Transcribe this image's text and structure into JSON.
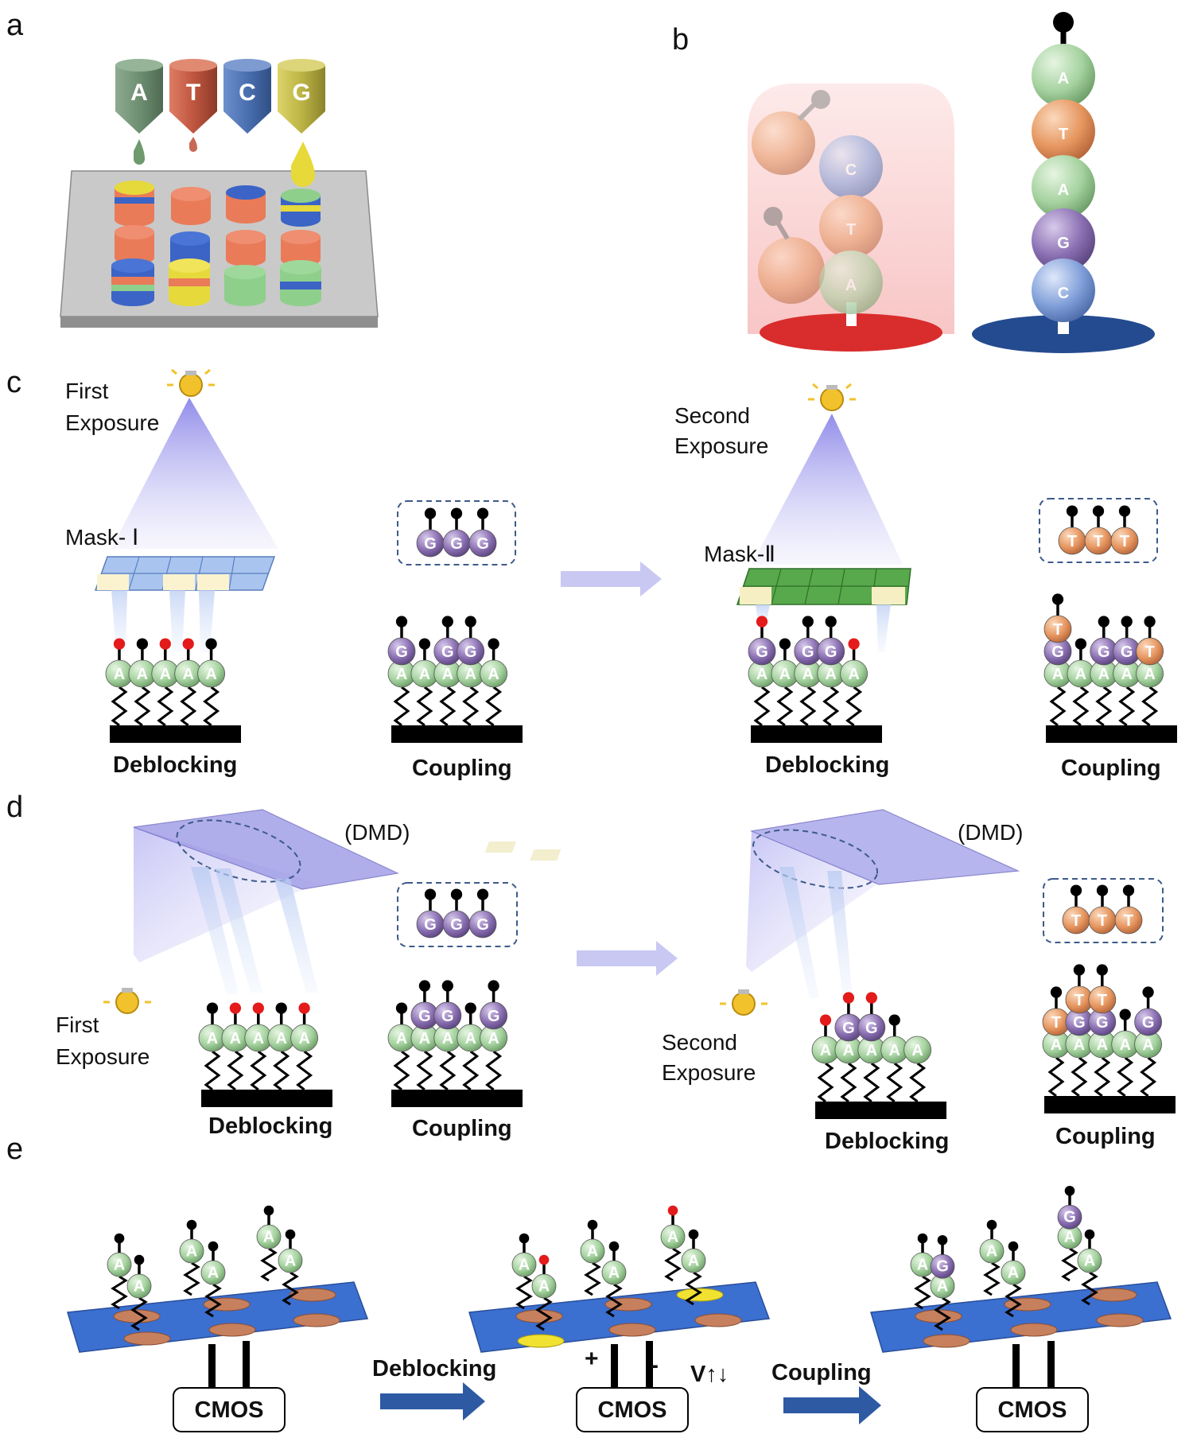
{
  "panels": {
    "a": {
      "label": "a",
      "tips": [
        {
          "letter": "A",
          "color": "#6e8f72"
        },
        {
          "letter": "T",
          "color": "#c0563f"
        },
        {
          "letter": "C",
          "color": "#4a6fb0"
        },
        {
          "letter": "G",
          "color": "#bdb445"
        }
      ]
    },
    "b": {
      "label": "b",
      "faded_chain": [
        "C",
        "T",
        "A"
      ],
      "chain": [
        "A",
        "T",
        "A",
        "G",
        "C"
      ]
    },
    "c": {
      "label": "c",
      "first_exposure": [
        "First",
        "Exposure"
      ],
      "second_exposure": [
        "Second",
        "Exposure"
      ],
      "mask1": "Mask- Ⅰ",
      "mask2": "Mask-Ⅱ",
      "deblocking": "Deblocking",
      "coupling": "Coupling",
      "monomer_g": "G",
      "monomer_t": "T"
    },
    "d": {
      "label": "d",
      "dmd": "(DMD)",
      "first_exposure": [
        "First",
        "Exposure"
      ],
      "second_exposure": [
        "Second",
        "Exposure"
      ],
      "deblocking": "Deblocking",
      "coupling": "Coupling"
    },
    "e": {
      "label": "e",
      "cmos": "CMOS",
      "deblocking": "Deblocking",
      "coupling": "Coupling",
      "plus": "+",
      "minus": "-",
      "voltage": "V↑↓"
    }
  },
  "colors": {
    "A": "#9fcf9a",
    "T": "#e49462",
    "C": "#7f9fd8",
    "G": "#8a6fb0",
    "chip_blue": "#3b6fd0",
    "arrow_dark": "#2d5aa3",
    "arrow_light": "#c9c8f3",
    "beam": "#8a86e8"
  }
}
